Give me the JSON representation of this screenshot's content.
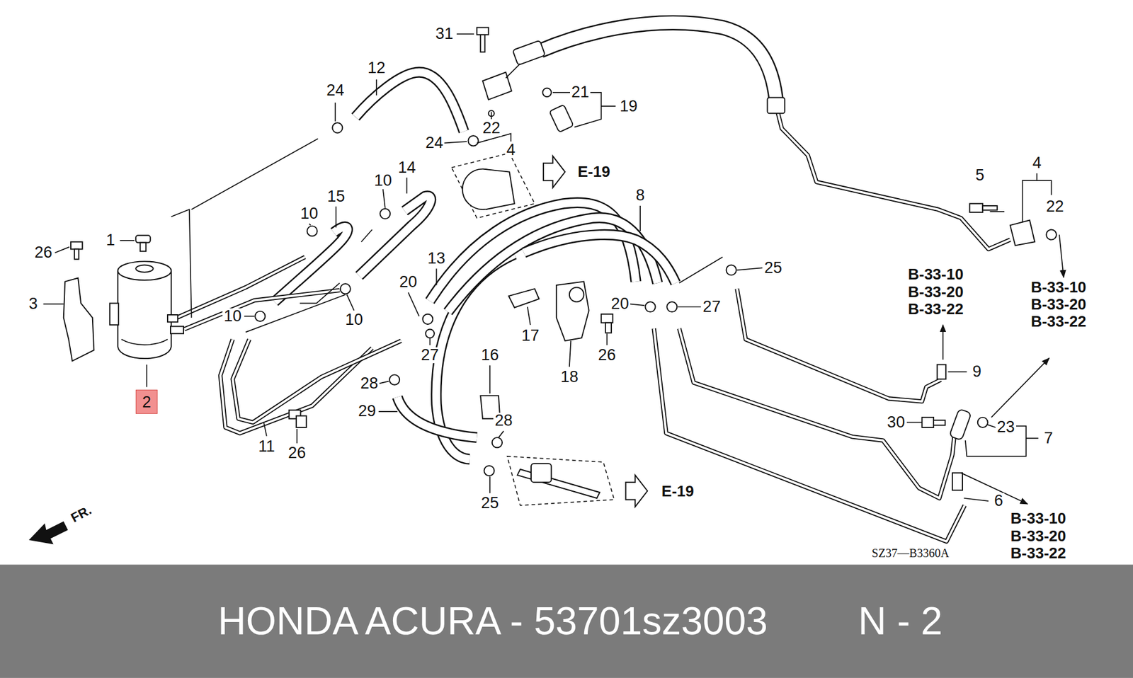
{
  "diagram": {
    "nodes": [
      {
        "text": [
          "2"
        ]
      },
      {
        "text": [
          "HONDA ACURA - 53701sz3003",
          "N - 2"
        ]
      }
    ],
    "labels": [
      "31",
      "12",
      "24",
      "21",
      "19",
      "22",
      "24",
      "4",
      "4",
      "14",
      "E-19",
      "5",
      "10",
      "15",
      "8",
      "22",
      "10",
      "1",
      "26",
      "13",
      "25",
      "B-33-10",
      "B-33-10",
      "20",
      "B-33-20",
      "B-33-20",
      "3",
      "20",
      "27",
      "B-33-22",
      "10",
      "10",
      "B-33-22",
      "17",
      "26",
      "27",
      "16",
      "9",
      "18",
      "28",
      "29",
      "28",
      "30",
      "23",
      "7",
      "11",
      "26",
      "E-19",
      "6",
      "25",
      "FR.",
      "B-33-10",
      "B-33-20",
      "SZ37—B3360A",
      "B-33-22"
    ]
  }
}
